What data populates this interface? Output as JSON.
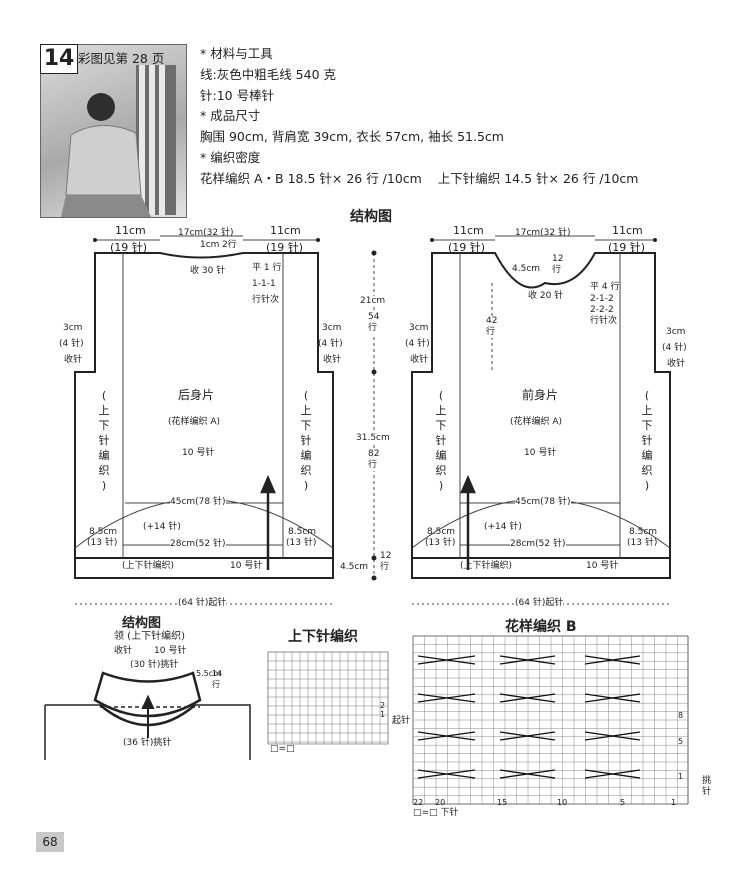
{
  "pattern_number": "14",
  "photo_caption": "彩图见第 28 页",
  "sections": {
    "materials_heading": "* 材料与工具",
    "yarn": "线:灰色中粗毛线 540 克",
    "needle": "针:10 号棒针",
    "size_heading": "* 成品尺寸",
    "size": "胸围 90cm, 背肩宽 39cm, 衣长 57cm, 袖长 51.5cm",
    "gauge_heading": "* 编织密度",
    "gauge": "花样编织 A・B 18.5 针× 26 行 /10cm    上下针编织 14.5 针× 26 行 /10cm"
  },
  "structure_title": "结构图",
  "back": {
    "top_left": "11cm",
    "top_left_st": "(19 针)",
    "neck": "17cm(32 针)",
    "neck_depth": "1cm",
    "neck_depth_rows": "2行",
    "top_right": "11cm",
    "top_right_st": "(19 针)",
    "bind_off": "收 30 针",
    "row_note": [
      "平 1 行",
      "1-1-1",
      "行针次"
    ],
    "armhole_left": [
      "3cm",
      "(4 针)",
      "收针"
    ],
    "armhole_right": [
      "3cm",
      "(4 针)",
      "收针"
    ],
    "side_left": [
      "(",
      "上",
      "下",
      "针",
      "编",
      "织",
      ")"
    ],
    "side_right": [
      "(",
      "上",
      "下",
      "针",
      "编",
      "织",
      ")"
    ],
    "name": "后身片",
    "pattern": "(花样编织 A)",
    "needle": "10 号针",
    "width": "45cm(78 针)",
    "corner_left": [
      "8.5cm",
      "(13 针)"
    ],
    "corner_right": [
      "8.5cm",
      "(13 针)"
    ],
    "inc": "(+14 针)",
    "hem_width": "28cm(52 针)",
    "hem_label": "(上下针编织)",
    "hem_needle": "10 号针",
    "cast_on": "(64 针)起针"
  },
  "vertical_dims": {
    "upper": "21cm",
    "upper_rows": "54行",
    "mid": "31.5cm",
    "mid_rows": "82行",
    "lower": "4.5cm",
    "lower_rows": "12行"
  },
  "front": {
    "top_left": "11cm",
    "top_left_st": "(19 针)",
    "neck": "17cm(32 针)",
    "neck_depth": "4.5cm",
    "neck_depth_rows": "12行",
    "top_right": "11cm",
    "top_right_st": "(19 针)",
    "bind_off": "收 20 针",
    "rows_42": "42行",
    "row_note": [
      "平 4 行",
      "2-1-2",
      "2-2-2",
      "行针次"
    ],
    "armhole_left": [
      "3cm",
      "(4 针)",
      "收针"
    ],
    "armhole_right": [
      "3cm",
      "(4 针)",
      "收针"
    ],
    "side_left": [
      "(",
      "上",
      "下",
      "针",
      "编",
      "织",
      ")"
    ],
    "side_right": [
      "(",
      "上",
      "下",
      "针",
      "编",
      "织",
      ")"
    ],
    "name": "前身片",
    "pattern": "(花样编织 A)",
    "needle": "10 号针",
    "width": "45cm(78 针)",
    "corner_left": [
      "8.5cm",
      "(13 针)"
    ],
    "corner_right": [
      "8.5cm",
      "(13 针)"
    ],
    "inc": "(+14 针)",
    "hem_width": "28cm(52 针)",
    "hem_label": "(上下针编织)",
    "hem_needle": "10 号针",
    "cast_on": "(64 针)起针"
  },
  "collar": {
    "title": "结构图",
    "label": "领 (上下针编织)",
    "bind": "收针",
    "needle": "10 号针",
    "pickup30": "(30 针)挑针",
    "height": "5.5cm",
    "height_rows": "14行",
    "pickup36": "(36 针)挑针"
  },
  "stockinette": {
    "title": "上下针编织",
    "row_labels": [
      "2",
      "1"
    ],
    "start": "起针",
    "legend": "□=□"
  },
  "pattern_b": {
    "title": "花样编织 B",
    "row_labels": [
      "8",
      "5",
      "1"
    ],
    "col_labels": [
      "22",
      "20",
      "15",
      "10",
      "5",
      "1"
    ],
    "pickup": "挑针",
    "legend": "□=□ 下针"
  },
  "page_number": "68"
}
